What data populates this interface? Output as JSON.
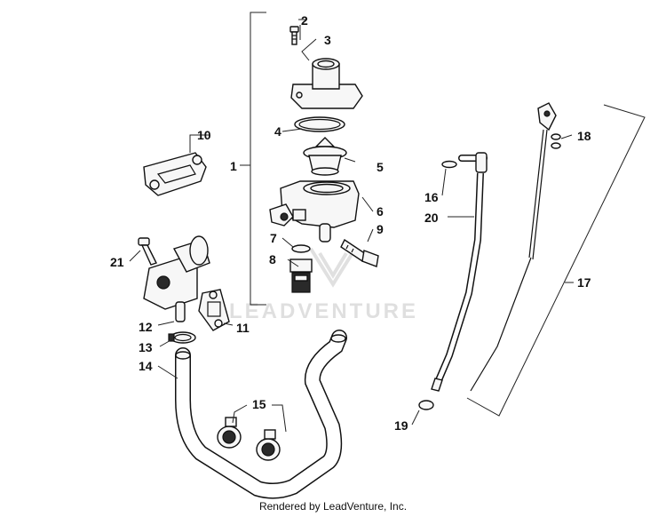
{
  "callouts": {
    "c1": "1",
    "c2": "2",
    "c3": "3",
    "c4": "4",
    "c5": "5",
    "c6": "6",
    "c7": "7",
    "c8": "8",
    "c9": "9",
    "c10": "10",
    "c11": "11",
    "c12": "12",
    "c13": "13",
    "c14": "14",
    "c15": "15",
    "c16": "16",
    "c17": "17",
    "c18": "18",
    "c19": "19",
    "c20": "20",
    "c21": "21"
  },
  "watermark": "LEADVENTURE",
  "footer": "Rendered by LeadVenture, Inc."
}
